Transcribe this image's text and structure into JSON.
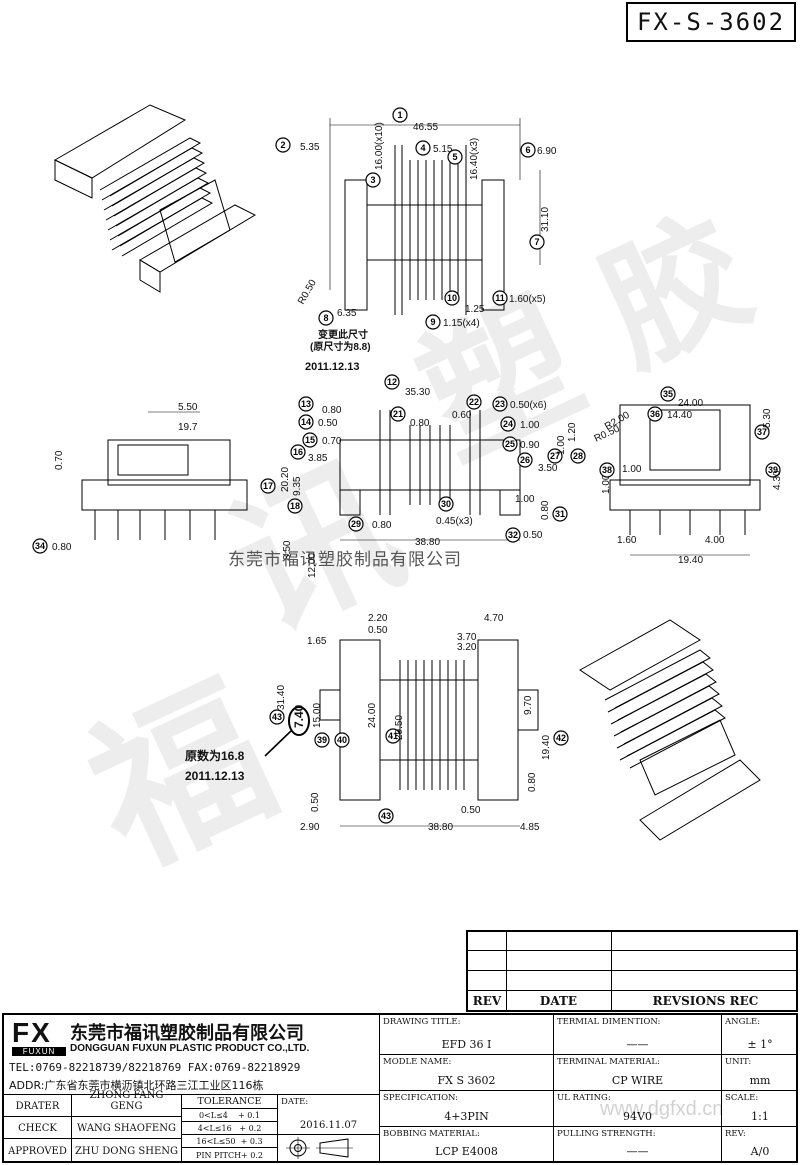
{
  "drawing_code": "FX-S-3602",
  "watermark_line": "东莞市福讯塑胶制品有限公司",
  "watermark_chars": [
    "福",
    "讯",
    "塑",
    "胶"
  ],
  "watermark_url": "www.dgfxd.cn",
  "notes": {
    "change_note1_a": "变更此尺寸",
    "change_note1_b": "(原尺寸为8.8)",
    "change_date1": "2011.12.13",
    "change_note2": "原数为16.8",
    "change_date2": "2011.12.13"
  },
  "top_view": {
    "overall": "46.55",
    "left": "5.35",
    "d16": "16.00(x10)",
    "d515": "5.15",
    "d1640": "16.40(x3)",
    "d690": "6.90",
    "d3110": "31.10",
    "r": "R0.50",
    "d635": "6.35",
    "d125": "1.25",
    "d115": "1.15(x4)",
    "d160": "1.60(x5)"
  },
  "middle_view": {
    "d550": "5.50",
    "d19": "19.7",
    "d070": "0.70",
    "d080_left": "0.80",
    "d3530": "35.30",
    "d080a": "0.80",
    "d050a": "0.50",
    "d070b": "0.70",
    "d385": "3.85",
    "d2020": "20.20",
    "d935": "9.35",
    "d080b": "0.80",
    "d060": "0.60",
    "d050x6": "0.50(x6)",
    "d090": "0.90",
    "d100": "1.00",
    "d120": "1.20",
    "d350": "3.50",
    "d100b": "1.00",
    "d080c": "0.80",
    "d045": "0.45(x3)",
    "d080d": "0.80",
    "d3880": "38.80",
    "d050b": "0.50",
    "d2400": "24.00",
    "r200": "R2.00",
    "r050": "R0.50",
    "d1440": "14.40",
    "d530": "5.30",
    "d100c": "1.00",
    "d100d": "1.00",
    "d430": "4.30",
    "d160": "1.60",
    "d400": "4.00",
    "d1940": "19.40"
  },
  "lower_view": {
    "d350": "3.50",
    "d1200": "12.00",
    "d220": "2.20",
    "d050": "0.50",
    "d165": "1.65",
    "d470": "4.70",
    "d370": "3.70",
    "d320": "3.20",
    "d3140": "31.40",
    "d740": "7.40",
    "d1500": "15.00",
    "d2400": "24.00",
    "d2950": "29.50",
    "d970": "9.70",
    "d1940": "19.40",
    "d050b": "0.50",
    "d080": "0.80",
    "d050c": "0.50",
    "d290": "2.90",
    "d3880": "38.80",
    "d485": "4.85"
  },
  "revision_table": {
    "headers": [
      "REV",
      "DATE",
      "REVSIONS REC"
    ]
  },
  "company": {
    "logo": "FX",
    "logo_sub": "FUXUN",
    "name_cn": "东莞市福讯塑胶制品有限公司",
    "name_en": "DONGGUAN FUXUN PLASTIC PRODUCT CO.,LTD.",
    "tel": "TEL:0769-82218739/82218769 FAX:0769-82218929",
    "addr": "ADDR:广东省东莞市横沥镇北环路三江工业区116栋"
  },
  "title_block": {
    "drawing_title_label": "DRAWING TITLE:",
    "drawing_title": "EFD 36 I",
    "terminal_dimention_label": "TERMIAL DIMENTION:",
    "terminal_dimention": "——",
    "angle_label": "ANGLE:",
    "angle": "± 1°",
    "model_label": "MODLE NAME:",
    "model": "FX S 3602",
    "terminal_material_label": "TERMINAL MATERIAL:",
    "terminal_material": "CP WIRE",
    "unit_label": "UNIT:",
    "unit": "mm",
    "spec_label": "SPECIFICATION:",
    "spec": "4+3PIN",
    "ul_label": "UL RATING:",
    "ul": "94V0",
    "scale_label": "SCALE:",
    "scale": "1:1",
    "bobbin_label": "BOBBING MATERIAL:",
    "bobbin": "LCP E4008",
    "pulling_label": "PULLING STRENGTH:",
    "pulling": "——",
    "rev_label": "REV:",
    "rev": "A/0",
    "drater_label": "DRATER",
    "drater": "ZHONG FANG GENG",
    "check_label": "CHECK",
    "check": "WANG SHAOFENG",
    "approved_label": "APPROVED",
    "approved": "ZHU DONG SHENG",
    "tolerance_label": "TOLERANCE",
    "tol1": "0<L≤4    + 0.1",
    "tol2": "4<L≤16   + 0.2",
    "tol3": "16<L≤50  + 0.3",
    "tol4": "PIN PITCH+ 0.2",
    "date_label": "DATE:",
    "date": "2016.11.07"
  }
}
